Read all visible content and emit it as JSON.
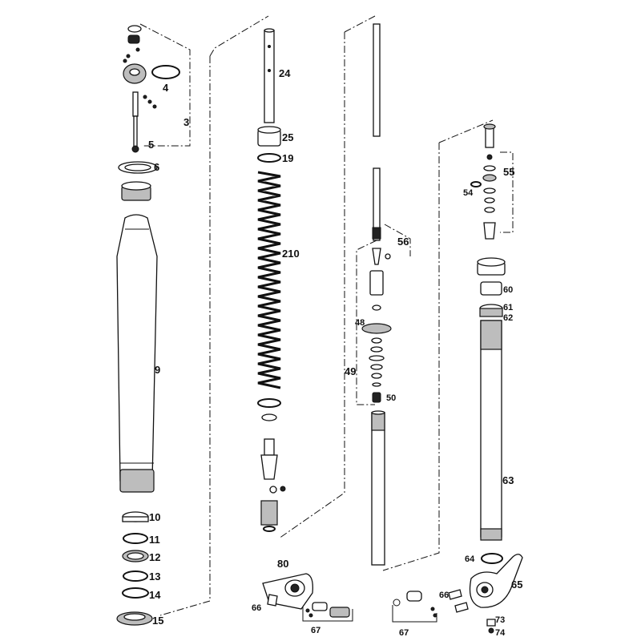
{
  "labels": {
    "l3": "3",
    "l4": "4",
    "l5": "5",
    "l6": "6",
    "l9": "9",
    "l10": "10",
    "l11": "11",
    "l12": "12",
    "l13": "13",
    "l14": "14",
    "l15": "15",
    "l24": "24",
    "l25": "25",
    "l19": "19",
    "l210": "210",
    "l56": "56",
    "l48": "48",
    "l49": "49",
    "l50": "50",
    "l55": "55",
    "l54": "54",
    "l60": "60",
    "l61": "61",
    "l62": "62",
    "l63": "63",
    "l64": "64",
    "l65": "65",
    "l80": "80",
    "l66a": "66",
    "l67a": "67",
    "l66b": "66",
    "l67b": "67",
    "l73": "73",
    "l74": "74"
  }
}
